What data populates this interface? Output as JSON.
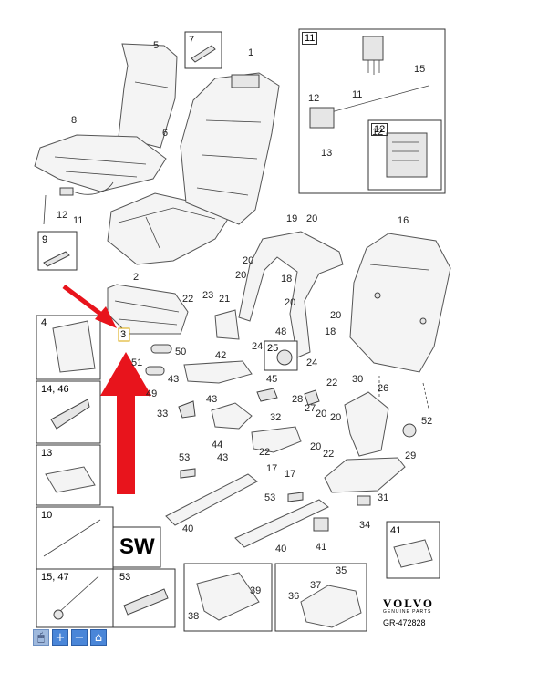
{
  "callouts": [
    "1",
    "2",
    "3",
    "4",
    "5",
    "6",
    "7",
    "8",
    "9",
    "10",
    "11",
    "12",
    "13",
    "14",
    "15",
    "16",
    "17",
    "18",
    "19",
    "20",
    "21",
    "22",
    "23",
    "24",
    "25",
    "26",
    "27",
    "28",
    "29",
    "30",
    "31",
    "32",
    "33",
    "34",
    "35",
    "36",
    "37",
    "38",
    "39",
    "40",
    "41",
    "42",
    "43",
    "44",
    "45",
    "46",
    "47",
    "48",
    "49",
    "50",
    "51",
    "52",
    "53"
  ],
  "inset_labels": {
    "box_4": "4",
    "box_14_46": "14, 46",
    "box_13": "13",
    "box_10": "10",
    "box_15_47": "15, 47",
    "box_53": "53",
    "box_11": "11",
    "box_12": "12",
    "box_41": "41",
    "box_7": "7",
    "box_9": "9",
    "box_25": "25",
    "box_3": "3"
  },
  "sw_label": "SW",
  "brand": {
    "name": "VOLVO",
    "sub": "GENUINE PARTS",
    "ref": "GR-472828"
  },
  "toolbar": {
    "select_icon": "cursor-icon",
    "zoom_in_icon": "plus-icon",
    "zoom_out_icon": "minus-icon",
    "home_icon": "home-icon"
  },
  "colors": {
    "arrow_red": "#e8141c",
    "toolbar_blue": "#4a86d8"
  }
}
